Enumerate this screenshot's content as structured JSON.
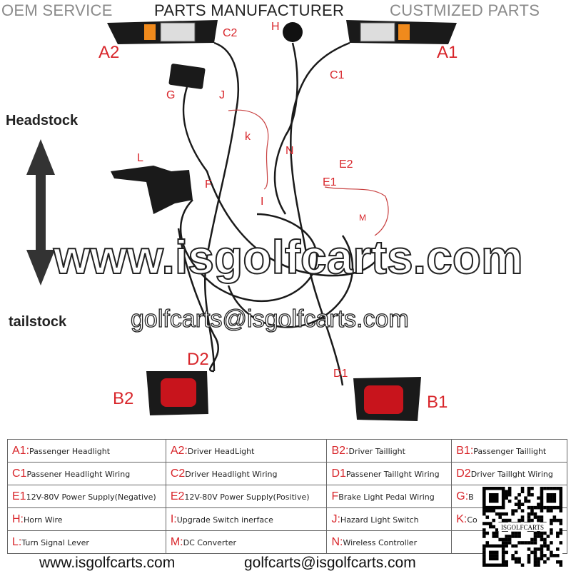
{
  "header": [
    "OEM SERVICE",
    "PARTS MANUFACTURER",
    "CUSTMIZED PARTS"
  ],
  "side": {
    "top": "Headstock",
    "bottom": "tailstock"
  },
  "watermark": {
    "site": "www.isgolfcarts.com",
    "email": "golfcarts@isgolfcarts.com"
  },
  "labels": {
    "A2": "A2",
    "C2": "C2",
    "H": "H",
    "A1": "A1",
    "C1": "C1",
    "G": "G",
    "J": "J",
    "K": "k",
    "N": "N",
    "E2": "E2",
    "E1": "E1",
    "L": "L",
    "F": "F",
    "I": "I",
    "M": "M",
    "D2": "D2",
    "D1": "D1",
    "B2": "B2",
    "B1": "B1"
  },
  "table": [
    [
      {
        "k": "A1:",
        "v": "Passenger Headlight"
      },
      {
        "k": "A2:",
        "v": "Driver HeadLight"
      },
      {
        "k": "B2:",
        "v": "Driver Taillight"
      },
      {
        "k": "B1:",
        "v": "Passenger Taillight"
      }
    ],
    [
      {
        "k": "C1",
        "v": "Passener Headlight Wiring"
      },
      {
        "k": "C2",
        "v": "Driver Headlight Wiring"
      },
      {
        "k": "D1",
        "v": "Passener Taillght Wiring"
      },
      {
        "k": "D2",
        "v": "Driver Taillght Wiring"
      }
    ],
    [
      {
        "k": "E1",
        "v": "12V-80V Power Supply(Negative)"
      },
      {
        "k": "E2",
        "v": "12V-80V Power Supply(Positive)"
      },
      {
        "k": "F",
        "v": "Brake Light Pedal Wiring"
      },
      {
        "k": "G:",
        "v": "B"
      }
    ],
    [
      {
        "k": "H:",
        "v": "Horn Wire"
      },
      {
        "k": "I:",
        "v": "Upgrade Switch inerface"
      },
      {
        "k": "J:",
        "v": "Hazard Light Switch"
      },
      {
        "k": "K:",
        "v": "Co"
      }
    ],
    [
      {
        "k": "L:",
        "v": "Turn Signal Lever"
      },
      {
        "k": "M:",
        "v": "DC Converter"
      },
      {
        "k": "N:",
        "v": "Wireless Controller"
      },
      {
        "k": "",
        "v": ""
      }
    ]
  ],
  "footer": {
    "site": "www.isgolfcarts.com",
    "email": "golfcarts@isgolfcarts.com"
  },
  "qr_text": "ISGOLFCARTS"
}
